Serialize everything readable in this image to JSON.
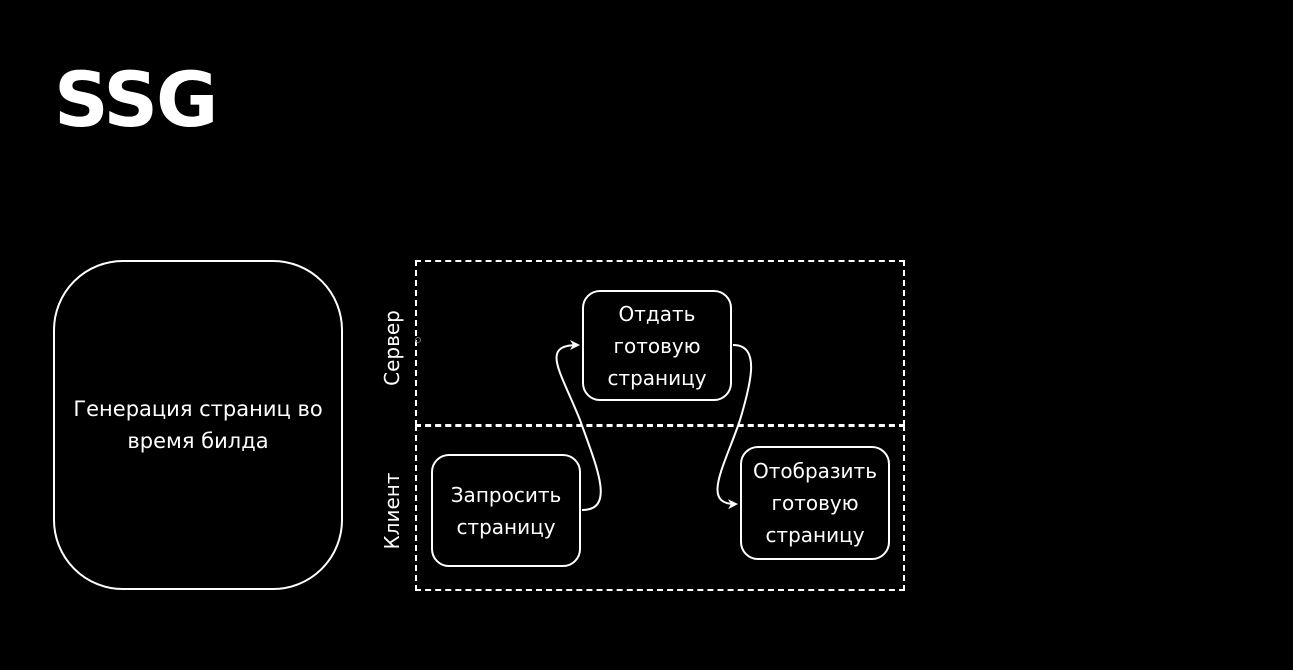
{
  "slide": {
    "title": "SSG"
  },
  "build_box": {
    "text": "Генерация страниц во время билда"
  },
  "lanes": {
    "server_label": "Сервер",
    "client_label": "Клиент"
  },
  "nodes": {
    "serve_page": "Отдать готовую страницу",
    "request_page": "Запросить страницу",
    "render_page": "Отобразить готовую страницу"
  },
  "colors": {
    "background": "#000000",
    "foreground": "#ffffff"
  }
}
